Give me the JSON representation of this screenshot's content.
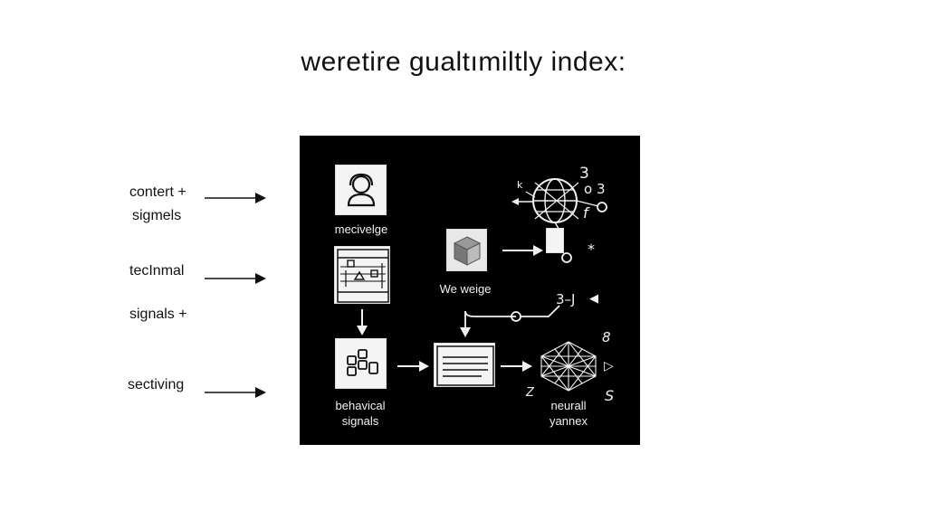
{
  "title": "weretire gualtımiltly index:",
  "side_labels": {
    "content": "contert +",
    "content_2": "sigmels",
    "technical": "tecInmal",
    "technical_2": "signals +",
    "sectioning": "sectiving"
  },
  "panel": {
    "knowledge_label": "mecivelge",
    "weight_label": "We weige",
    "behavioral_label_1": "behavical",
    "behavioral_label_2": "signals",
    "neural_label_1": "neurall",
    "neural_label_2": "yannex",
    "annot_3_top": "3",
    "annot_o_3": "o 3",
    "annot_f": "f",
    "annot_star": "*",
    "annot_3j": "3–J",
    "annot_8": "8",
    "annot_play": "▷",
    "annot_z": "Z",
    "annot_s": "S",
    "annot_triangle": "◀",
    "annot_lefttri": "◀",
    "annot_k": "k"
  },
  "colors": {
    "panel_bg": "#000000",
    "panel_fg": "#f2f2f2",
    "page_bg": "#ffffff"
  },
  "icons": [
    "person-icon",
    "timeline-chart-icon",
    "grid-blocks-icon",
    "cube-icon",
    "globe-network-icon",
    "document-lines-icon",
    "neural-network-icon"
  ]
}
